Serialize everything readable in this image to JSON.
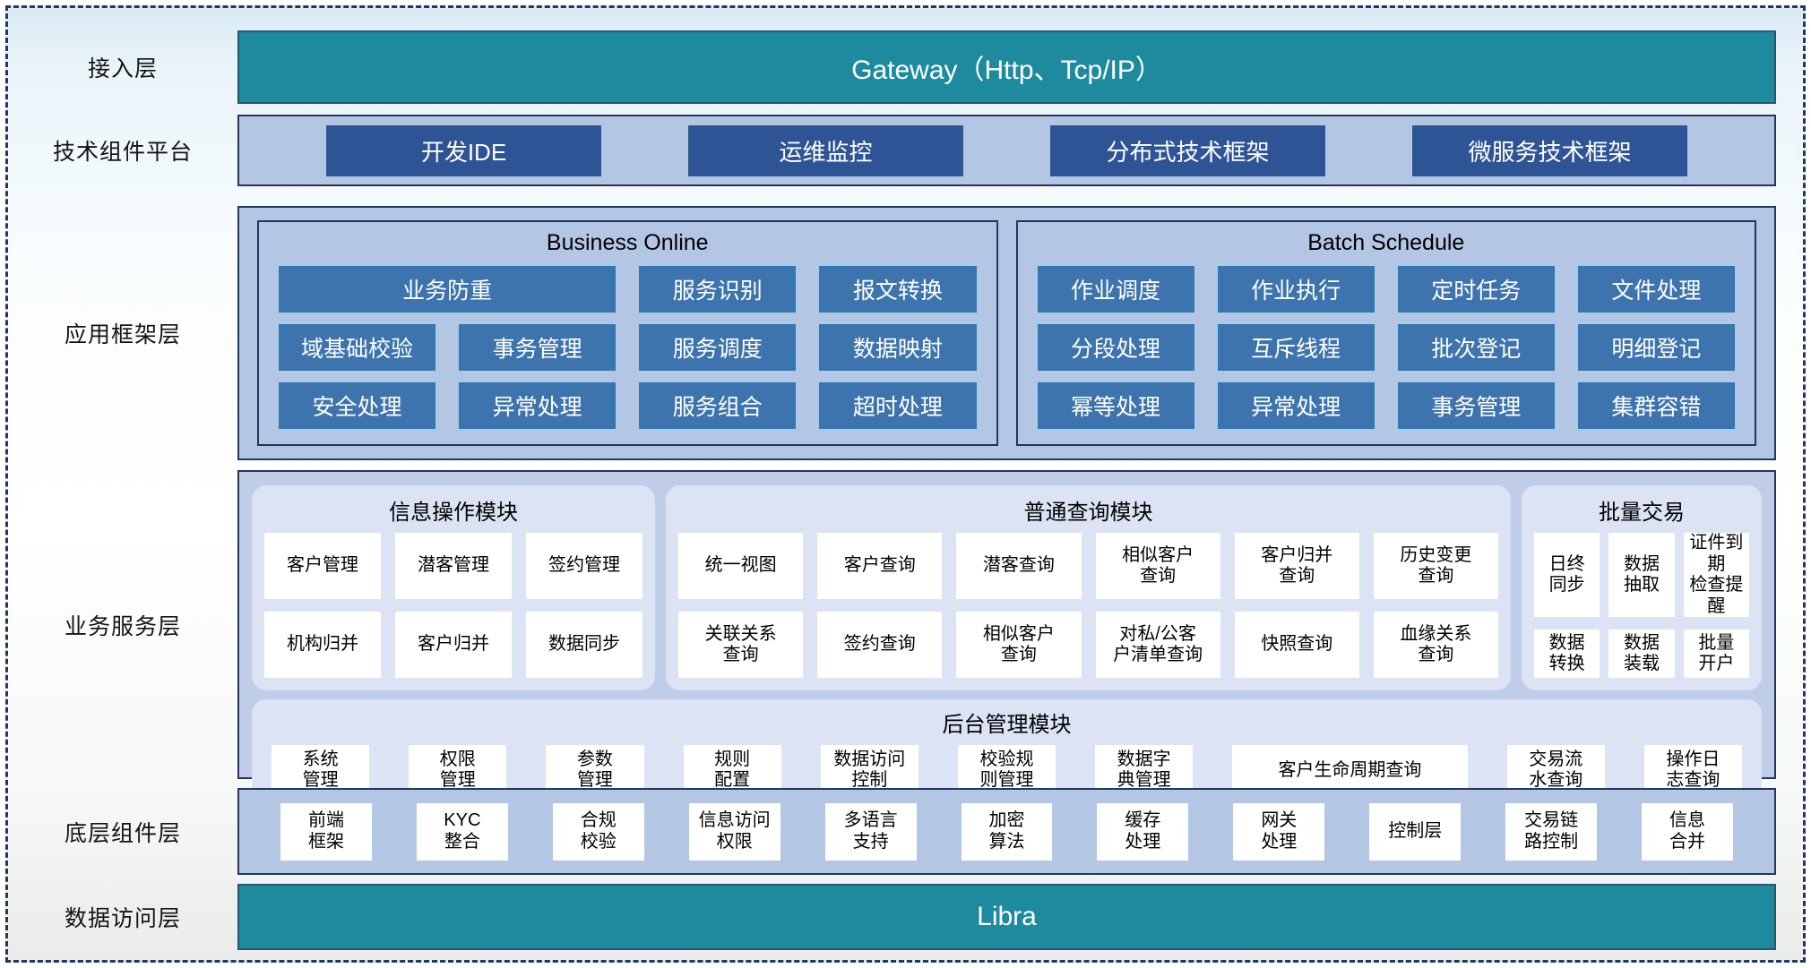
{
  "colors": {
    "teal_bar": "#1e8a9e",
    "navy_button": "#2f5496",
    "steel_button": "#3e74ad",
    "panel_fill": "#b3c6e4",
    "service_panel_fill": "#bfcde9",
    "module_fill": "#dbe3f4",
    "border_navy": "#24365e"
  },
  "layers": [
    {
      "id": "access",
      "label": "接入层",
      "bar_text": "Gateway（Http、Tcp/IP）"
    },
    {
      "id": "tech-platform",
      "label": "技术组件平台",
      "items": [
        "开发IDE",
        "运维监控",
        "分布式技术框架",
        "微服务技术框架"
      ]
    },
    {
      "id": "app-framework",
      "label": "应用框架层",
      "groups": [
        {
          "title": "Business Online",
          "items": [
            {
              "label": "业务防重",
              "span": 2
            },
            "服务识别",
            "报文转换",
            "域基础校验",
            "事务管理",
            "服务调度",
            "数据映射",
            "安全处理",
            "异常处理",
            "服务组合",
            "超时处理"
          ]
        },
        {
          "title": "Batch Schedule",
          "items": [
            "作业调度",
            "作业执行",
            "定时任务",
            "文件处理",
            "分段处理",
            "互斥线程",
            "批次登记",
            "明细登记",
            "幂等处理",
            "异常处理",
            "事务管理",
            "集群容错"
          ]
        }
      ]
    },
    {
      "id": "business-service",
      "label": "业务服务层",
      "modules": [
        {
          "title": "信息操作模块",
          "items": [
            "客户管理",
            "潜客管理",
            "签约管理",
            "机构归并",
            "客户归并",
            "数据同步"
          ]
        },
        {
          "title": "普通查询模块",
          "items": [
            "统一视图",
            "客户查询",
            "潜客查询",
            "相似客户\n查询",
            "客户归并\n查询",
            "历史变更\n查询",
            "关联关系\n查询",
            "签约查询",
            "相似客户\n查询",
            "对私/公客\n户清单查询",
            "快照查询",
            "血缘关系\n查询"
          ]
        },
        {
          "title": "批量交易",
          "items": [
            "日终\n同步",
            "数据\n抽取",
            "证件到期\n检查提醒",
            "数据\n转换",
            "数据\n装载",
            "批量\n开户"
          ]
        }
      ],
      "admin_module": {
        "title": "后台管理模块",
        "items": [
          "系统\n管理",
          "权限\n管理",
          "参数\n管理",
          "规则\n配置",
          "数据访问\n控制",
          "校验规\n则管理",
          "数据字\n典管理",
          {
            "label": "客户生命周期查询",
            "span": 2
          },
          "交易流\n水查询",
          "操作日\n志查询"
        ]
      }
    },
    {
      "id": "base-components",
      "label": "底层组件层",
      "items": [
        "前端\n框架",
        "KYC\n整合",
        "合规\n校验",
        "信息访问\n权限",
        "多语言\n支持",
        "加密\n算法",
        "缓存\n处理",
        "网关\n处理",
        "控制层",
        "交易链\n路控制",
        "信息\n合并"
      ]
    },
    {
      "id": "data-access",
      "label": "数据访问层",
      "bar_text": "Libra"
    }
  ]
}
